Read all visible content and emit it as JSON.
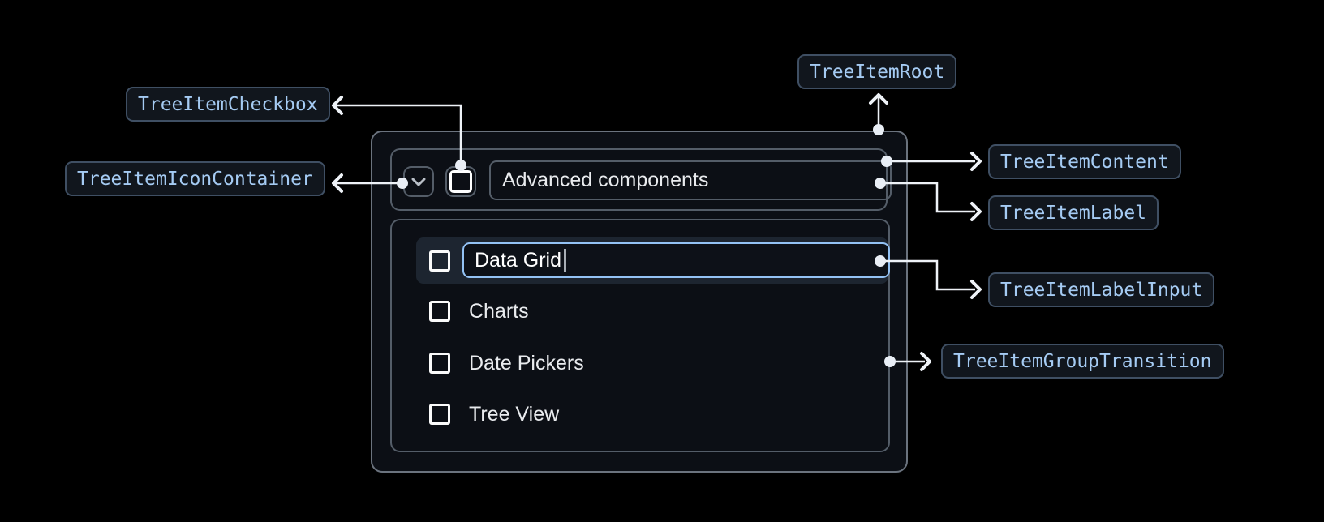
{
  "component": {
    "parent": {
      "label": "Advanced components"
    },
    "children": [
      {
        "label": "Data Grid",
        "state": "editing"
      },
      {
        "label": "Charts"
      },
      {
        "label": "Date Pickers"
      },
      {
        "label": "Tree View"
      }
    ]
  },
  "annotations": {
    "root": "TreeItemRoot",
    "checkbox": "TreeItemCheckbox",
    "icon_container": "TreeItemIconContainer",
    "content": "TreeItemContent",
    "label": "TreeItemLabel",
    "label_input": "TreeItemLabelInput",
    "group_transition": "TreeItemGroupTransition"
  },
  "icons": {
    "expand": "chevron-down-icon",
    "checkbox_unchecked": "checkbox-unchecked-icon"
  },
  "colors": {
    "background": "#000000",
    "surface": "#0c0f15",
    "border": "#545d68",
    "row_highlight": "#1d2530",
    "input_focus_border": "#93c2f4",
    "badge_text": "#a5cbf3",
    "badge_border": "#3f4f63",
    "badge_background": "#11161d",
    "connector": "#eef2f7",
    "text": "#e9ebee"
  }
}
